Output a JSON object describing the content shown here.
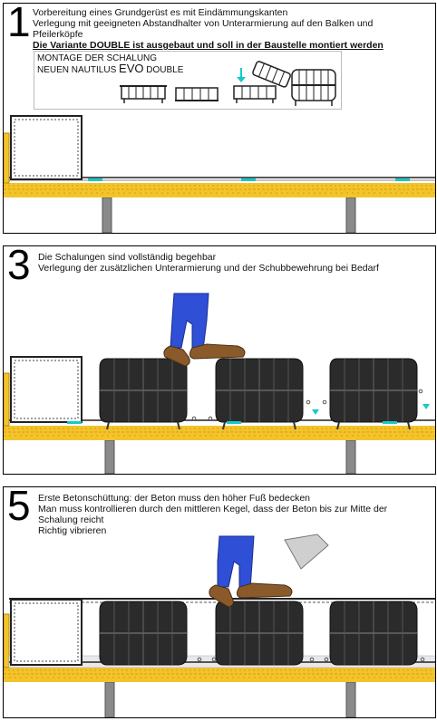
{
  "steps": [
    {
      "number": "1",
      "lines": [
        "Vorbereitung eines Grundgerüst es mit Eindämmungskanten",
        "Verlegung mit geeigneten Abstandhalter von Unterarmierung auf den Balken und",
        "Pfeilerköpfe"
      ],
      "highlight": "Die Variante DOUBLE ist ausgebaut und soll in der Baustelle montiert werden",
      "inset": {
        "line1": "MONTAGE DER SCHALUNG",
        "line2_pre": "NEUEN NAUTILUS",
        "line2_evo": "EVO",
        "line2_post": "DOUBLE"
      }
    },
    {
      "number": "3",
      "lines": [
        "Die Schalungen sind vollständig begehbar",
        "Verlegung der zusätzlichen Unterarmierung und der Schubbewehrung bei Bedarf"
      ]
    },
    {
      "number": "5",
      "lines": [
        "Erste Betonschüttung: der Beton muss den höher Fuß bedecken",
        "Man muss kontrollieren durch den mittleren Kegel, dass der Beton bis zur Mitte der",
        "Schalung reicht",
        "Richtig vibrieren"
      ]
    }
  ],
  "colors": {
    "slab": "#f2c42a",
    "slab_hatch": "#d99a10",
    "pillar": "#8a8a8a",
    "formwork": "#2b2b2b",
    "formwork_light": "#5a5a5a",
    "pants": "#2e4fd6",
    "boots": "#8a5a2b",
    "marker": "#17c9c9",
    "bucket": "#cfcfcf"
  }
}
